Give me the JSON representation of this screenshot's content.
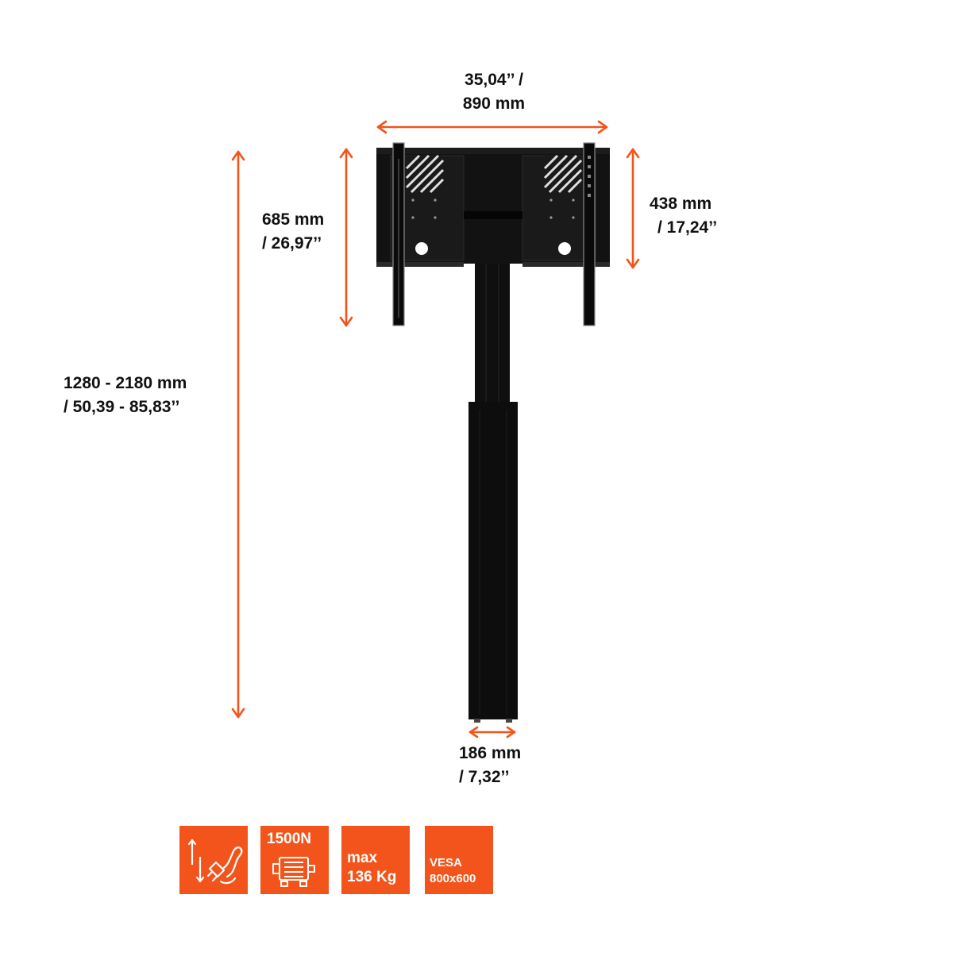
{
  "accent_color": "#f2541b",
  "product_color": "#0d0d0d",
  "dimensions": {
    "width": {
      "line1": "35,04’’ /",
      "line2": "890 mm"
    },
    "bracket_height": {
      "line1": "685 mm",
      "line2": "/ 26,97’’"
    },
    "plate_height": {
      "line1": "438 mm",
      "line2": "/ 17,24’’"
    },
    "total_height": {
      "line1": "1280 - 2180 mm",
      "line2": "/ 50,39 - 85,83’’"
    },
    "column_width": {
      "line1": "186 mm",
      "line2": "/ 7,32’’"
    }
  },
  "features": [
    {
      "icon": "height-adjust-electric-icon",
      "label": ""
    },
    {
      "icon": "motor-icon",
      "label": "1500N"
    },
    {
      "icon": "",
      "line1": "max",
      "line2": "136 Kg"
    },
    {
      "icon": "",
      "line1": "VESA",
      "line2": "800x600"
    }
  ]
}
